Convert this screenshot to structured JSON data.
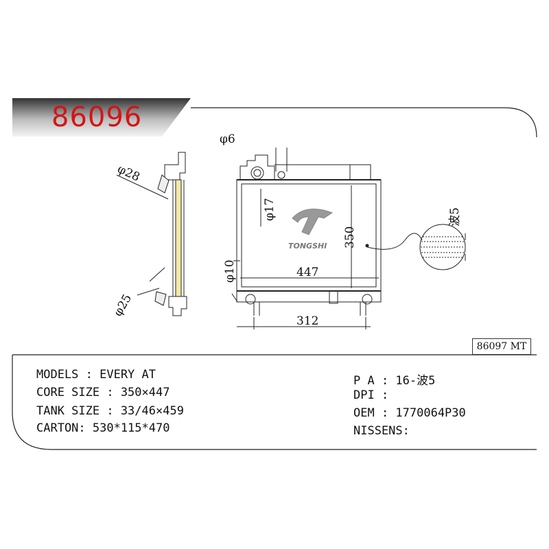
{
  "part_number": "86096",
  "drawing": {
    "dims": {
      "d6": "φ6",
      "d28": "φ28",
      "d17": "φ17",
      "d10": "φ10",
      "d25": "φ25",
      "width": "447",
      "height": "350",
      "bottom": "312",
      "fin": "波5"
    },
    "logo_text": "TONGSHI"
  },
  "alt_part": "86097 MT",
  "specs": {
    "models": "MODELS : EVERY AT",
    "core_size": "CORE SIZE : 350×447",
    "tank_size": "TANK SIZE : 33/46×459",
    "carton": "CARTON: 530*115*470",
    "pa": "P A : 16-波5",
    "dpi": "DPI :",
    "oem": "OEM : 1770064P30",
    "nissens": "NISSENS:"
  },
  "colors": {
    "part_number": "#d41414",
    "banner_dark": "#333333",
    "banner_light": "#f2f2f2"
  }
}
